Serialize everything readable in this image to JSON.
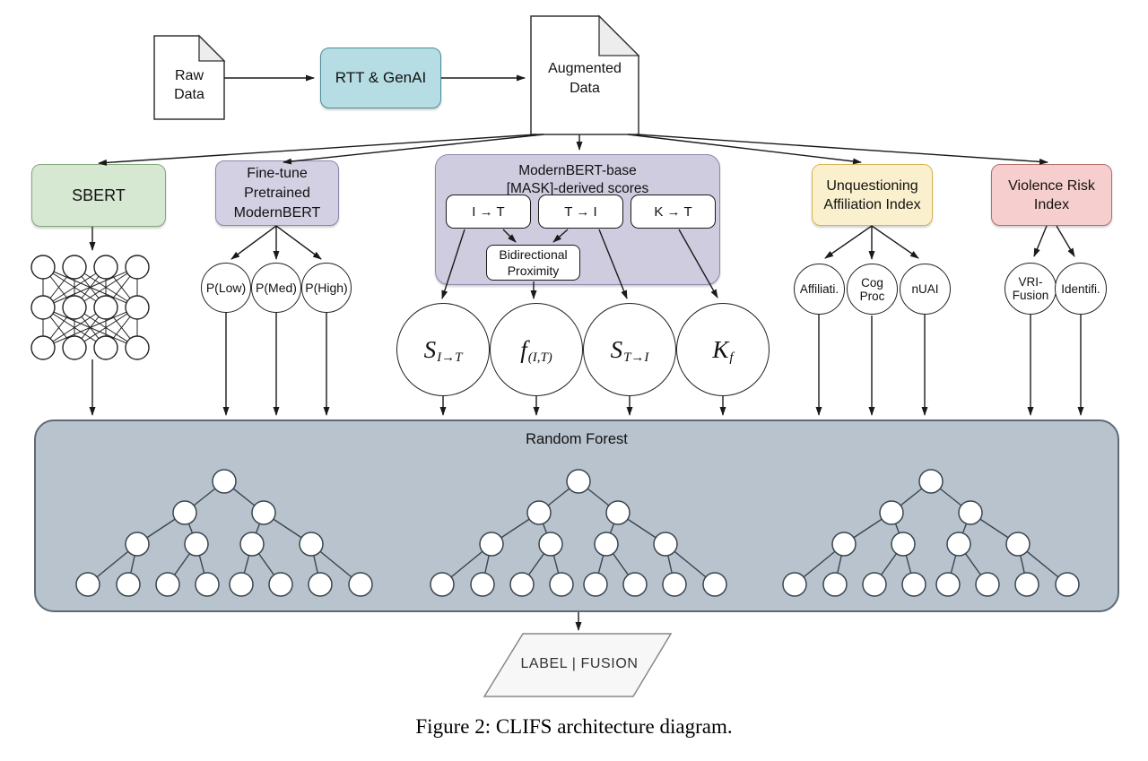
{
  "colors": {
    "teal_fill": "#b5dde3",
    "teal_stroke": "#4f8d99",
    "green_fill": "#d6e7d2",
    "green_stroke": "#84a97c",
    "purple_fill": "#d3d0e3",
    "purple_stroke": "#8d87ae",
    "yellow_fill": "#faf0cd",
    "yellow_stroke": "#d6b656",
    "red_fill": "#f5cecd",
    "red_stroke": "#b3706c",
    "forest_fill": "#b8c3ce",
    "forest_stroke": "#5c6b77",
    "arrow": "#1a1a1a"
  },
  "pipeline": {
    "raw_doc": {
      "line1": "Raw",
      "line2": "Data"
    },
    "rtt_label": "RTT & GenAI",
    "augmented_doc": {
      "line1": "Augmented",
      "line2": "Data"
    }
  },
  "branches": {
    "sbert_label": "SBERT",
    "finetune": {
      "line1": "Fine-tune",
      "line2": "Pretrained",
      "line3": "ModernBERT"
    },
    "prob_circles": {
      "low": "P(Low)",
      "med": "P(Med)",
      "high": "P(High)"
    },
    "modernbert": {
      "title1": "ModernBERT-base",
      "title2": "[MASK]-derived scores",
      "box_it": "I → T",
      "box_ti": "T → I",
      "box_kt": "K → T",
      "bidirectional1": "Bidirectional",
      "bidirectional2": "Proximity",
      "score_sit": {
        "main": "S",
        "sub": "I→T"
      },
      "score_fit": {
        "main": "f",
        "sub": "(I,T)"
      },
      "score_sti": {
        "main": "S",
        "sub": "T→I"
      },
      "score_kf": {
        "main": "K",
        "sub": "f"
      }
    },
    "uai": {
      "line1": "Unquestioning",
      "line2": "Affiliation Index",
      "circle_affiliation": "Affiliati.",
      "circle_cog1": "Cog",
      "circle_cog2": "Proc",
      "circle_nuai": "nUAI"
    },
    "vri": {
      "line1": "Violence Risk",
      "line2": "Index",
      "circle_fusion1": "VRI-",
      "circle_fusion2": "Fusion",
      "circle_identification": "Identifi."
    }
  },
  "random_forest_label": "Random Forest",
  "output_label": "LABEL | FUSION",
  "caption": "Figure 2: CLIFS architecture diagram."
}
